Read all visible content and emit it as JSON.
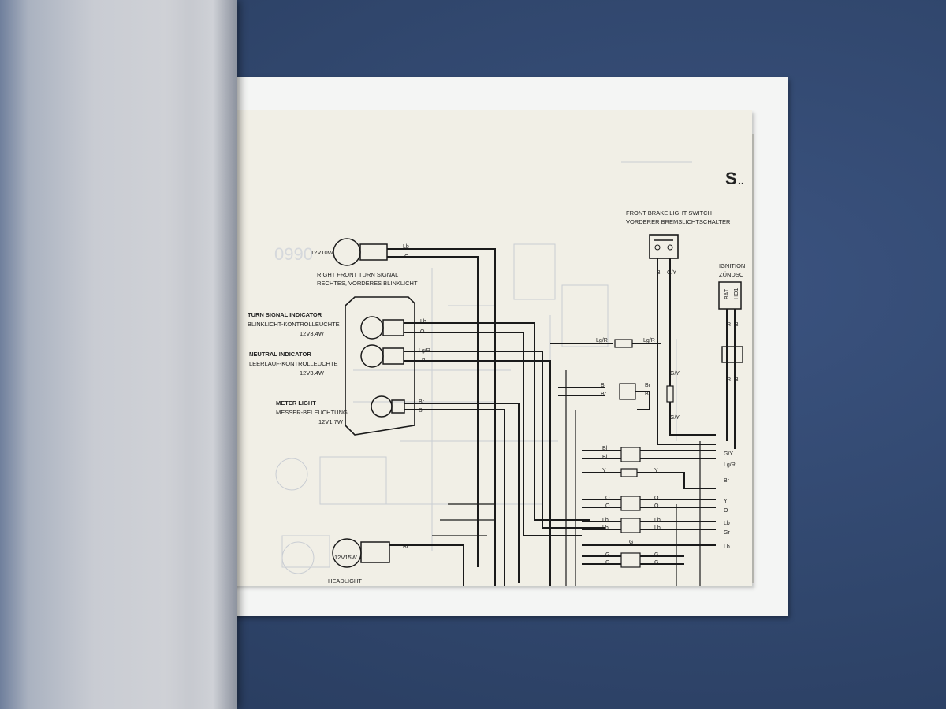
{
  "page_heading": "S",
  "components": {
    "right_front_turn_signal": {
      "rating": "12V10W",
      "label_en": "RIGHT FRONT TURN SIGNAL",
      "label_de": "RECHTES, VORDERES BLINKLICHT"
    },
    "turn_signal_indicator": {
      "label_en": "TURN SIGNAL INDICATOR",
      "label_de": "BLINKLICHT-KONTROLLEUCHTE",
      "rating": "12V3.4W"
    },
    "neutral_indicator": {
      "label_en": "NEUTRAL INDICATOR",
      "label_de": "LEERLAUF-KONTROLLEUCHTE",
      "rating": "12V3.4W"
    },
    "meter_light": {
      "label_en": "METER LIGHT",
      "label_de": "MESSER-BELEUCHTUNG",
      "rating": "12V1.7W"
    },
    "front_brake_light_switch": {
      "label_en": "FRONT BRAKE LIGHT SWITCH",
      "label_de": "VORDERER BREMSLICHTSCHALTER"
    },
    "ignition": {
      "label_en": "IGNITION",
      "label_de": "ZÜNDSC",
      "terminal_bat": "BAT",
      "terminal_ho": "HO1"
    },
    "headlight": {
      "rating": "12V15W",
      "label_en": "HEADLIGHT"
    }
  },
  "wire_codes": {
    "lb": "Lb",
    "g": "G",
    "o": "O",
    "lgr": "Lg/R",
    "bl": "Bl",
    "br": "Br",
    "gy": "G/Y",
    "y": "Y",
    "r": "R",
    "gr": "Gr"
  },
  "ghost_text": {
    "number": "0990"
  },
  "colors": {
    "paper": "#f1efe6",
    "sheet": "#f4f5f4",
    "table": "#31466d",
    "ink": "#1a1a1a"
  }
}
